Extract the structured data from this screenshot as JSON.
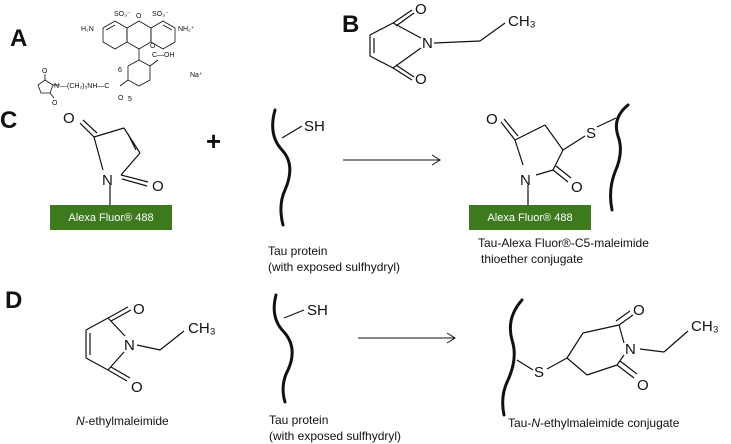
{
  "panels": {
    "a": {
      "label": "A",
      "atoms": {
        "h2n_left": "H₂N",
        "so3_1": "SO₃⁻",
        "so3_2": "SO₃⁻",
        "nh2_plus": "NH₂⁺",
        "o_ring": "O",
        "cooh": "C—OH",
        "cooh_o": "O",
        "linker": "—(CH₂)₅NH—C",
        "linker_o": "O",
        "pos6": "6",
        "pos5": "5",
        "na": "Na⁺",
        "mal_o1": "O",
        "mal_o2": "O",
        "mal_n": "N"
      }
    },
    "b": {
      "label": "B",
      "atoms": {
        "o_top": "O",
        "o_bottom": "O",
        "n": "N",
        "ch3": "CH₃"
      }
    },
    "c": {
      "label": "C",
      "reactant": {
        "o_top": "O",
        "o_right": "O",
        "n": "N",
        "badge": "Alexa Fluor® 488"
      },
      "plus": "+",
      "protein": {
        "sh": "SH",
        "caption_line1": "Tau protein",
        "caption_line2": "(with exposed sulfhydryl)"
      },
      "product": {
        "o_left": "O",
        "o_right": "O",
        "n": "N",
        "s": "S",
        "badge": "Alexa Fluor® 488",
        "caption_line1": "Tau-Alexa Fluor®-C5-maleimide",
        "caption_line2": "thioether conjugate"
      }
    },
    "d": {
      "label": "D",
      "reactant": {
        "o_top": "O",
        "o_bottom": "O",
        "n": "N",
        "ch3": "CH₃",
        "caption_italic": "N",
        "caption_rest": "-ethylmaleimide"
      },
      "protein": {
        "sh": "SH",
        "caption_line1": "Tau protein",
        "caption_line2": "(with exposed sulfhydryl)"
      },
      "product": {
        "s": "S",
        "o_top": "O",
        "o_bottom": "O",
        "n": "N",
        "ch3": "CH₃",
        "caption_pre": "Tau-",
        "caption_italic": "N",
        "caption_rest": "-ethylmaleimide conjugate"
      }
    }
  },
  "colors": {
    "badge": "#3d7a1e",
    "ink": "#111111"
  }
}
